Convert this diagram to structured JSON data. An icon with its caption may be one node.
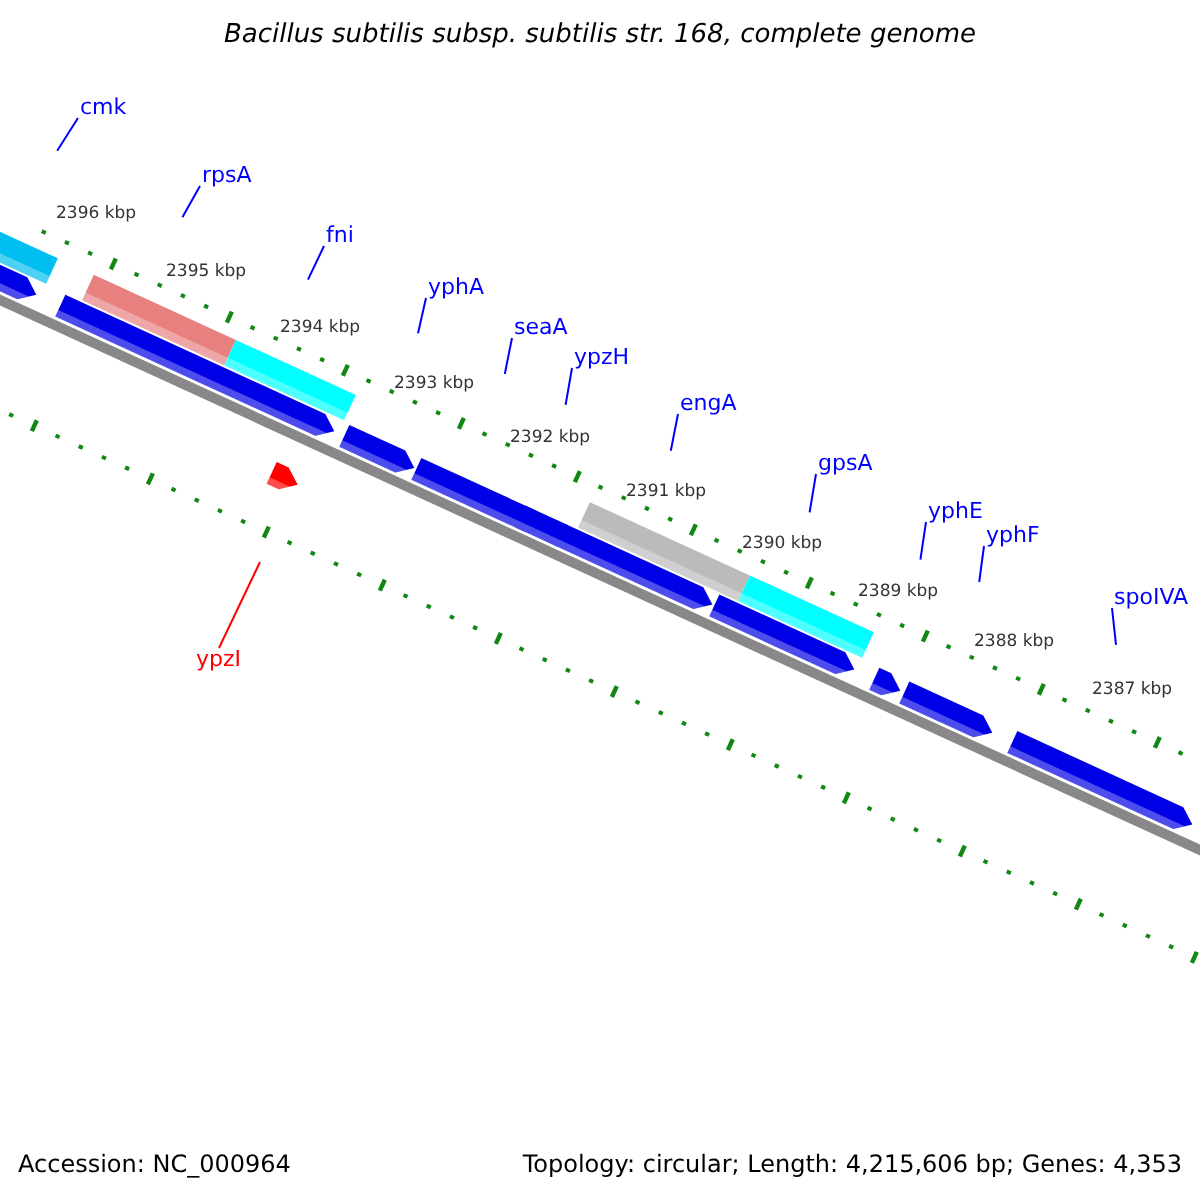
{
  "diagram": {
    "title": "Bacillus subtilis subsp. subtilis str. 168, complete genome",
    "nodes": [
      {
        "text": [
          "cmk"
        ]
      },
      {
        "text": [
          "rpsA"
        ]
      },
      {
        "text": [
          "fni"
        ]
      },
      {
        "text": [
          "yphA"
        ]
      },
      {
        "text": [
          "seaA"
        ]
      },
      {
        "text": [
          "ypzH"
        ]
      },
      {
        "text": [
          "engA"
        ]
      },
      {
        "text": [
          "gpsA"
        ]
      },
      {
        "text": [
          "yphE"
        ]
      },
      {
        "text": [
          "yphF"
        ]
      },
      {
        "text": [
          "spoIVA"
        ]
      },
      {
        "text": [
          "ypzI"
        ]
      }
    ],
    "edges": [
      {
        "from": 0,
        "to": null,
        "arrow": "none"
      },
      {
        "from": 1,
        "to": null,
        "arrow": "none"
      },
      {
        "from": 2,
        "to": null,
        "arrow": "none"
      },
      {
        "from": 3,
        "to": null,
        "arrow": "none"
      },
      {
        "from": 4,
        "to": null,
        "arrow": "none"
      },
      {
        "from": 5,
        "to": null,
        "arrow": "none"
      },
      {
        "from": 6,
        "to": null,
        "arrow": "none"
      },
      {
        "from": 7,
        "to": null,
        "arrow": "none"
      },
      {
        "from": 8,
        "to": null,
        "arrow": "none"
      },
      {
        "from": 9,
        "to": null,
        "arrow": "none"
      },
      {
        "from": 10,
        "to": null,
        "arrow": "none"
      },
      {
        "from": 11,
        "to": null,
        "arrow": "none",
        "color": "#ff0000"
      }
    ],
    "labels": [
      "2396 kbp",
      "2395 kbp",
      "2394 kbp",
      "2393 kbp",
      "2392 kbp",
      "2391 kbp",
      "2390 kbp",
      "2389 kbp",
      "2388 kbp",
      "2387 kbp",
      "Accession: NC_000964",
      "Topology: circular; Length: 4,215,606 bp; Genes: 4,353"
    ]
  }
}
